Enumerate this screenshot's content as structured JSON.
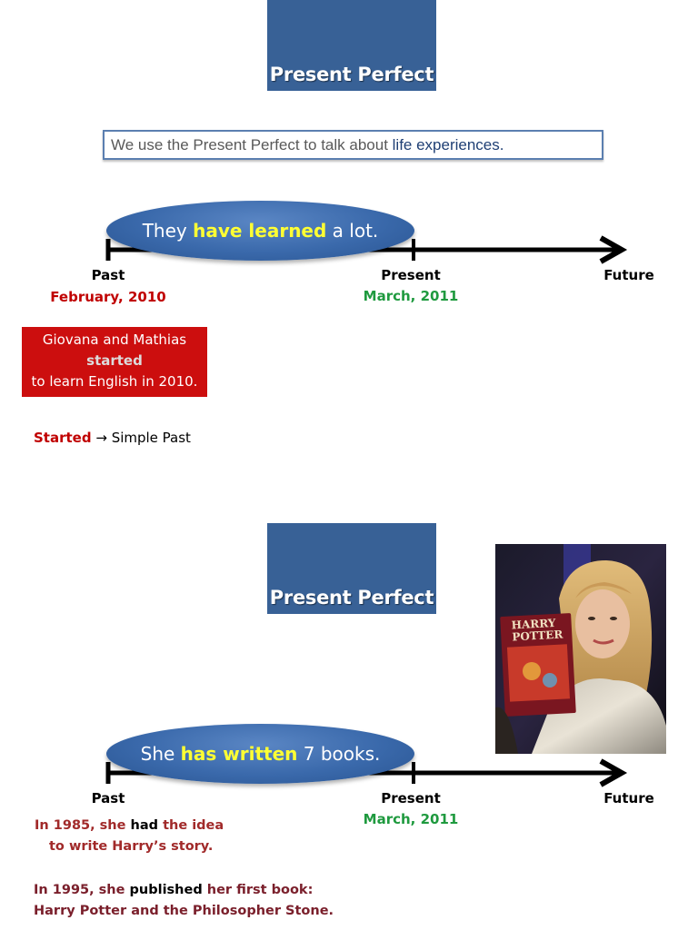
{
  "slide1": {
    "title": "Present  Perfect",
    "info": {
      "prefix": "We use the Present Perfect to talk about ",
      "highlight": "life experiences."
    },
    "oval": {
      "pre": "They ",
      "highlight": "have learned",
      "post": " a lot."
    },
    "labels": {
      "past": "Past",
      "present": "Present",
      "future": "Future"
    },
    "past_date": "February, 2010",
    "present_date": "March, 2011",
    "red_box": {
      "line1": "Giovana and Mathias",
      "line2": "started",
      "line3": "to learn English in 2010."
    },
    "note": {
      "word": "Started",
      "arrow": " → ",
      "rest": "Simple Past"
    }
  },
  "slide2": {
    "title": "Present  Perfect",
    "oval": {
      "pre": "She ",
      "highlight": "has written",
      "post": " 7 books."
    },
    "labels": {
      "past": "Past",
      "present": "Present",
      "future": "Future"
    },
    "present_date": "March, 2011",
    "fact1": {
      "a": "In 1985, she ",
      "b": "had",
      "c": " the idea",
      "d": "to write Harry’s story."
    },
    "fact2": {
      "a": "In 1995, she ",
      "b": "published",
      "c": " her first book:",
      "d": "Harry Potter and the Philosopher Stone."
    },
    "photo_book_text": {
      "line1": "HARRY",
      "line2": "POTTER"
    }
  },
  "colors": {
    "title_bg": "#386196",
    "oval_blue": "#3a69ab",
    "highlight_yellow": "#ffff33",
    "red": "#c00000",
    "green": "#1f9a3f"
  }
}
